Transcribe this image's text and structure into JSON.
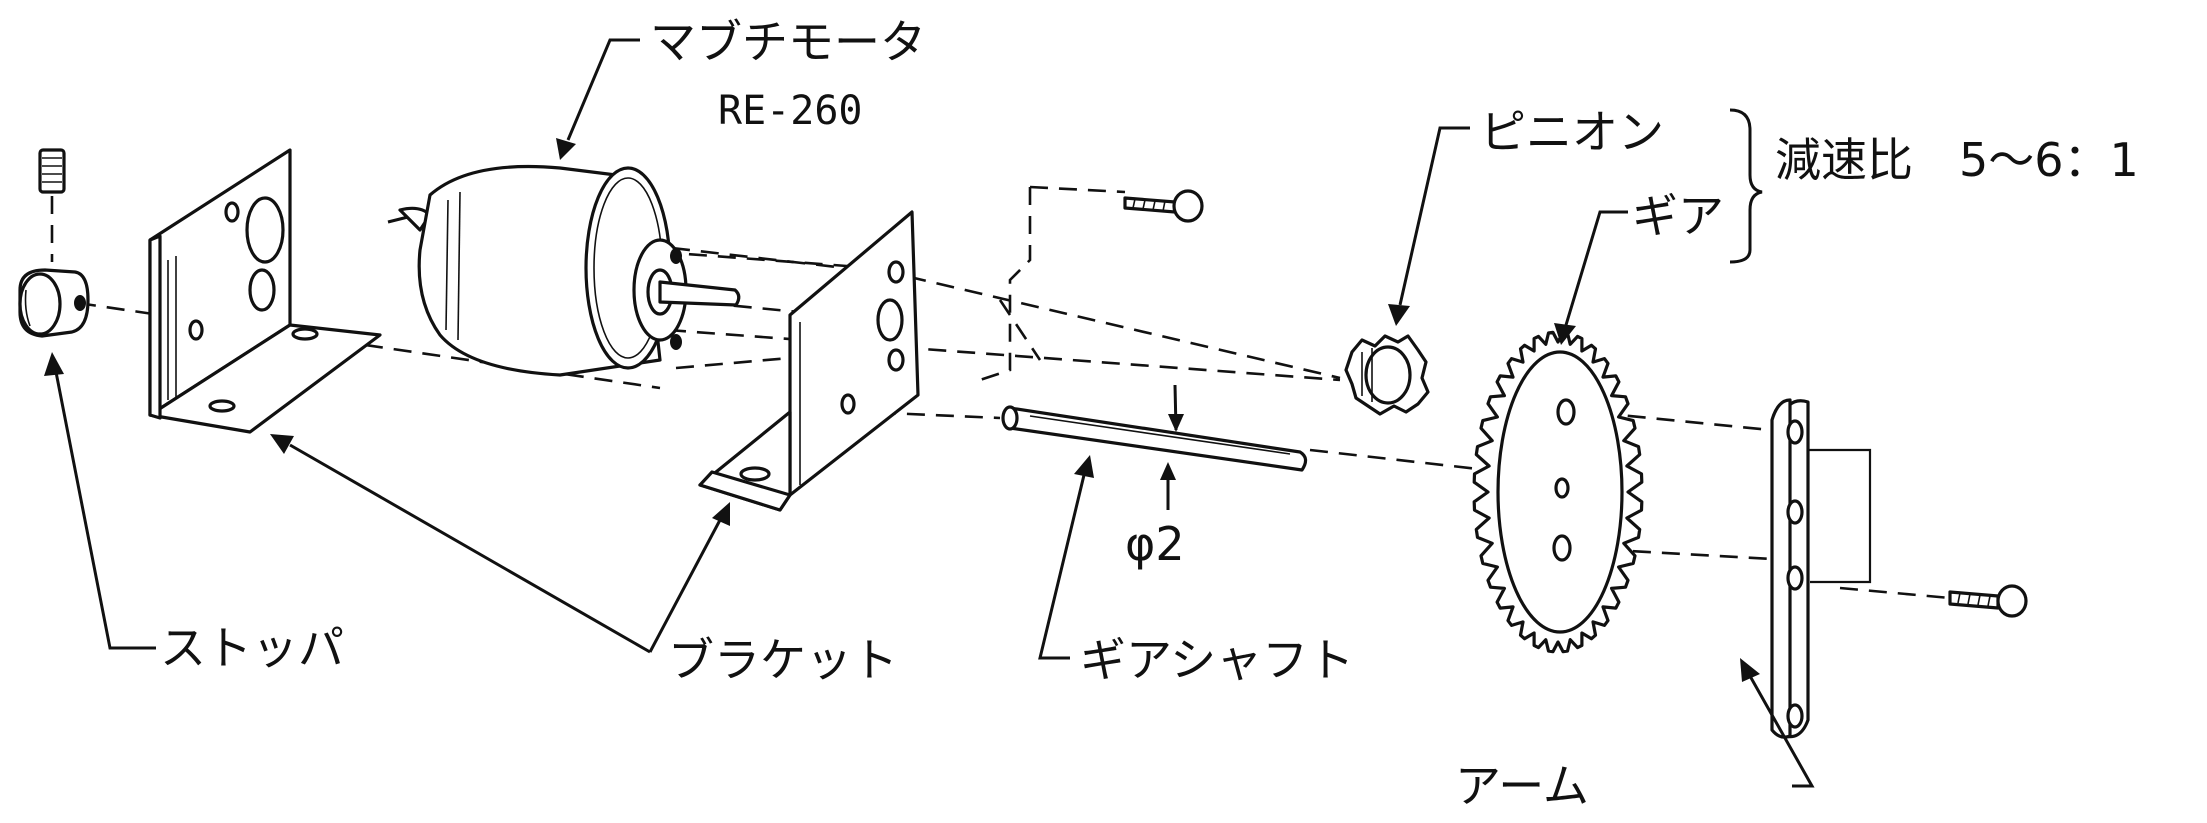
{
  "labels": {
    "motor_name": "マブチモータ",
    "motor_model": "RE-260",
    "pinion": "ピニオン",
    "gear": "ギア",
    "reduction_ratio": "減速比　5〜6：1",
    "shaft_diameter": "φ2",
    "stopper": "ストッパ",
    "bracket": "ブラケット",
    "gear_shaft": "ギアシャフト",
    "arm": "アーム"
  },
  "colors": {
    "ink": "#111111",
    "paper": "#ffffff"
  }
}
